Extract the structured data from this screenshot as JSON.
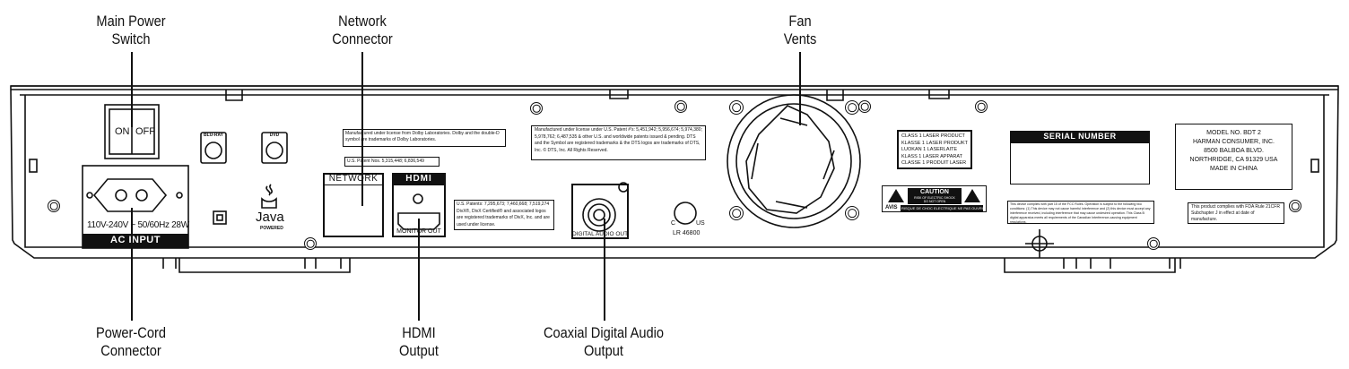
{
  "callouts": {
    "main_power_switch": [
      "Main Power",
      "Switch"
    ],
    "network_connector": [
      "Network",
      "Connector"
    ],
    "fan_vents": [
      "Fan",
      "Vents"
    ],
    "power_cord_connector": [
      "Power-Cord",
      "Connector"
    ],
    "hdmi_output": [
      "HDMI",
      "Output"
    ],
    "coaxial_digital_audio_output": [
      "Coaxial Digital Audio",
      "Output"
    ]
  },
  "panel": {
    "switch_on": "ON",
    "switch_off": "OFF",
    "ac_rating": "110V-240V ~ 50/60Hz 28W",
    "ac_input": "AC INPUT",
    "bluray_logo": "BLU-RAY",
    "dvd_logo": "DVD",
    "java": "Java",
    "java_sub": "POWERED",
    "dolby_notice": "Manufactured under license from Dolby Laboratories. Dolby and the double-D symbol are trademarks of Dolby Laboratories.",
    "us_patent": "U.S. Patent Nos. 5,315,448; 6,836,549",
    "network_label": "NETWORK",
    "hdmi_logo": "HDMI",
    "monitor_out": "MONITOR OUT",
    "divx_notice": "U.S. Patents: 7,295,673; 7,460,668; 7,519,274 DivX®, DivX Certified® and associated logos are registered trademarks of DivX, Inc. and are used under license.",
    "dts_notice": "Manufactured under license under U.S. Patent #'s: 5,451,942; 5,956,674; 5,974,380; 5,978,762; 6,487,535 & other U.S. and worldwide patents issued & pending. DTS and the Symbol are registered trademarks & the DTS logos are trademarks of DTS, Inc. © DTS, Inc. All Rights Reserved.",
    "digital_audio_out": "DIGITAL AUDIO OUT",
    "csa_c": "C",
    "csa_us": "US",
    "csa_number": "LR 46800",
    "laser_lines": [
      "CLASS 1 LASER PRODUCT",
      "KLASSE 1 LASER PRODUKT",
      "LUOKAN 1 LASERLAITE",
      "KLASS 1 LASER APPARAT",
      "CLASSE 1 PRODUIT LASER"
    ],
    "caution_title": "CAUTION",
    "caution_sub1": "RISK OF ELECTRIC SHOCK",
    "caution_sub2": "DO NOT OPEN",
    "avis": "AVIS",
    "avis_text": "RISQUE DE CHOC ELECTRIQUE NE PAS OUVRIR",
    "fcc_notice": "This device complies with part 15 of the FCC Rules. Operation is subject to the following two conditions: (1) This device may not cause harmful interference and (2) this device must accept any interference received, including interference that may cause undesired operation. This Class B digital apparatus meets all requirements of the Canadian Interference-causing equipment regulations.",
    "serial_number": "SERIAL NUMBER",
    "model_lines": [
      "MODEL NO. BDT 2",
      "HARMAN CONSUMER, INC.",
      "8500 BALBOA BLVD.",
      "NORTHRIDGE, CA 91329 USA",
      "MADE IN CHINA"
    ],
    "fda_notice": "This product complies with FDA Rule 21CFR Subchapter J in effect at date of manufacture."
  }
}
